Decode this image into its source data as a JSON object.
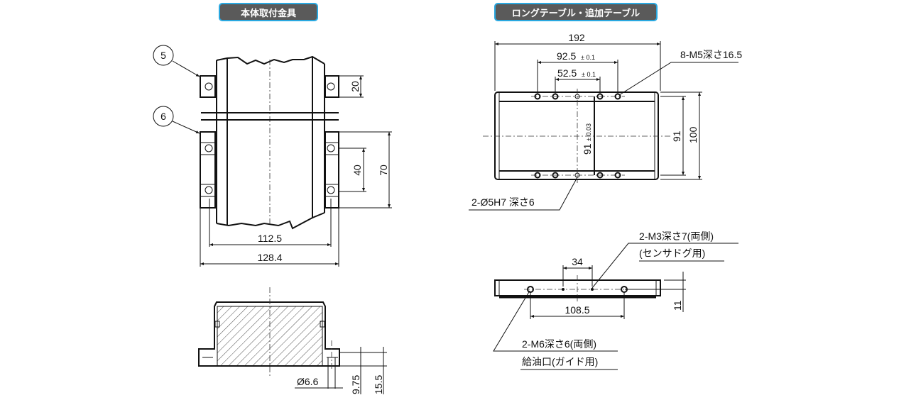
{
  "sections": {
    "left_title": "本体取付金具",
    "right_title": "ロングテーブル・追加テーブル"
  },
  "left": {
    "balloon_5": "5",
    "balloon_6": "6",
    "dim_20": "20",
    "dim_40": "40",
    "dim_70": "70",
    "dim_112_5": "112.5",
    "dim_128_4": "128.4",
    "dim_phi_6_6": "Ø6.6",
    "dim_9_75": "9.75",
    "dim_15_5": "15.5"
  },
  "right": {
    "dim_192": "192",
    "dim_92_5": "92.5",
    "tol_92_5": "± 0.1",
    "dim_52_5": "52.5",
    "tol_52_5": "± 0.1",
    "dim_91_tol": "91",
    "tol_91": "± 0.03",
    "dim_91": "91",
    "dim_100": "100",
    "note_m5": "8-M5深さ16.5",
    "note_pin": "2-Ø5H7 深さ6",
    "dim_34": "34",
    "dim_108_5": "108.5",
    "dim_11": "11",
    "note_m3_line1": "2-M3深さ7(両側)",
    "note_m3_line2": "(センサドグ用)",
    "note_m6_line1": "2-M6深さ6(両側)",
    "note_m6_line2": "給油口(ガイド用)"
  }
}
